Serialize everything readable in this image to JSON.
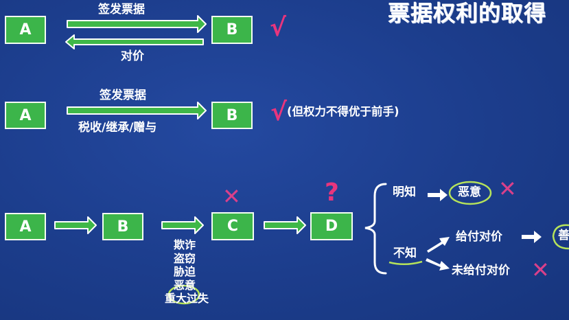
{
  "title": "票据权利的取得",
  "row1": {
    "from": "A",
    "to": "B",
    "top_label": "签发票据",
    "bottom_label": "对价",
    "mark": "√"
  },
  "row2": {
    "from": "A",
    "to": "B",
    "top_label": "签发票据",
    "bottom_label": "税收/继承/赠与",
    "mark": "√",
    "note": "(但权力不得优于前手)"
  },
  "row3": {
    "nodes": [
      "A",
      "B",
      "C",
      "D"
    ],
    "c_mark": "✕",
    "d_mark": "?",
    "methods": [
      "欺诈",
      "盗窃",
      "胁迫",
      "恶意",
      "重大过失"
    ],
    "branch_known": "明知",
    "known_result": "恶意",
    "known_mark": "✕",
    "branch_unknown": "不知",
    "paid": "给付对价",
    "paid_result": "善",
    "unpaid": "未给付对价",
    "unpaid_mark": "✕"
  },
  "colors": {
    "background": "#1c3d8c",
    "box_fill": "#3cb54a",
    "check_mark": "#e8357d",
    "cross_mark": "#d9408a",
    "question_mark": "#e8357d",
    "circle_annotation": "#b6e35a"
  }
}
